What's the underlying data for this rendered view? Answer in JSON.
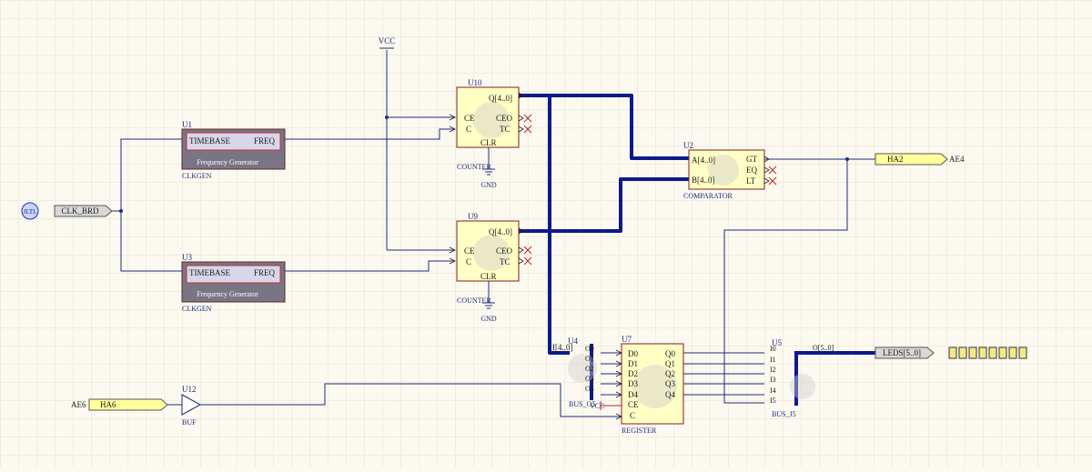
{
  "components": {
    "u1": {
      "ref": "U1",
      "label_left": "TIMEBASE",
      "label_right": "FREQ",
      "desc": "Frequency Generator",
      "name": "CLKGEN"
    },
    "u3": {
      "ref": "U3",
      "label_left": "TIMEBASE",
      "label_right": "FREQ",
      "desc": "Frequency Generator",
      "name": "CLKGEN"
    },
    "u10": {
      "ref": "U10",
      "out": "Q[4..0]",
      "ce": "CE",
      "c": "C",
      "ceo": "CEO",
      "tc": "TC",
      "clr": "CLR",
      "name": "COUNTER"
    },
    "u9": {
      "ref": "U9",
      "out": "Q[4..0]",
      "ce": "CE",
      "c": "C",
      "ceo": "CEO",
      "tc": "TC",
      "clr": "CLR",
      "name": "COUNTER"
    },
    "u2": {
      "ref": "U2",
      "a": "A[4..0]",
      "b": "B[4..0]",
      "gt": "GT",
      "eq": "EQ",
      "lt": "LT",
      "name": "COMPARATOR"
    },
    "u7": {
      "ref": "U7",
      "d": [
        "D0",
        "D1",
        "D2",
        "D3",
        "D4"
      ],
      "ce": "CE",
      "c": "C",
      "q": [
        "Q0",
        "Q1",
        "Q2",
        "Q3",
        "Q4"
      ],
      "name": "REGISTER"
    },
    "u4": {
      "ref": "U4",
      "bus_in": "I[4..0]",
      "outs": [
        "O0",
        "O1",
        "O2",
        "O3",
        "O4"
      ],
      "name": "BUS_O5"
    },
    "u5": {
      "ref": "U5",
      "ins": [
        "I0",
        "I1",
        "I2",
        "I3",
        "I4",
        "I5"
      ],
      "bus_out": "O[5..0]",
      "name": "BUS_J5"
    },
    "u12": {
      "ref": "U12",
      "name": "BUF"
    }
  },
  "ports": {
    "clk": "CLK_BRD",
    "ha2": "HA2",
    "ae4": "AE4",
    "ha6": "HA6",
    "ae6": "AE6",
    "leds": "LEDS[5..0]"
  },
  "power": {
    "vcc": "VCC",
    "gnd": "GND",
    "vcc_u7": "VCC"
  },
  "clock_symbol": "JLTL",
  "led_count": 8
}
